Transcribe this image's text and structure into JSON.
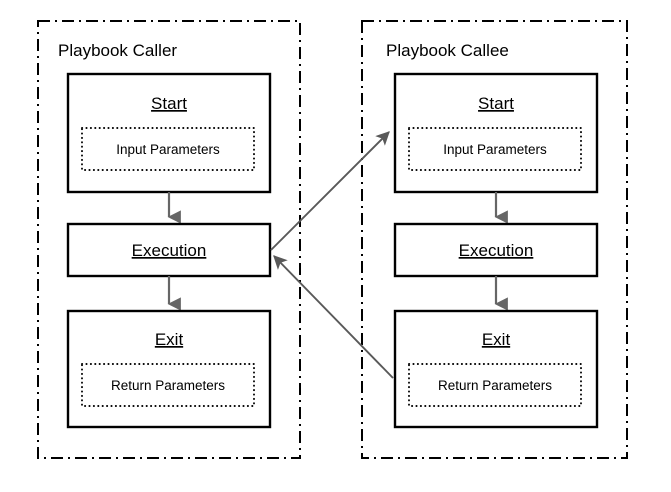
{
  "diagram": {
    "type": "flowchart",
    "background_color": "#ffffff",
    "panels": [
      {
        "id": "caller",
        "title": "Playbook Caller",
        "border_style": "dash-dot",
        "border_color": "#000000",
        "nodes": [
          {
            "id": "caller-start",
            "title": "Start",
            "inner_label": "Input Parameters",
            "has_inner_box": true
          },
          {
            "id": "caller-execution",
            "title": "Execution",
            "inner_label": "",
            "has_inner_box": false
          },
          {
            "id": "caller-exit",
            "title": "Exit",
            "inner_label": "Return Parameters",
            "has_inner_box": true
          }
        ]
      },
      {
        "id": "callee",
        "title": "Playbook Callee",
        "border_style": "dash-dot",
        "border_color": "#000000",
        "nodes": [
          {
            "id": "callee-start",
            "title": "Start",
            "inner_label": "Input Parameters",
            "has_inner_box": true
          },
          {
            "id": "callee-execution",
            "title": "Execution",
            "inner_label": "",
            "has_inner_box": false
          },
          {
            "id": "callee-exit",
            "title": "Exit",
            "inner_label": "Return Parameters",
            "has_inner_box": true
          }
        ]
      }
    ],
    "connectors": {
      "vertical_color": "#666666",
      "diagonal_color": "#595959",
      "flows": [
        {
          "id": "caller-start-to-execution",
          "from": "caller-start",
          "to": "caller-execution",
          "direction": "down"
        },
        {
          "id": "caller-execution-to-exit",
          "from": "caller-execution",
          "to": "caller-exit",
          "direction": "down"
        },
        {
          "id": "callee-start-to-execution",
          "from": "callee-start",
          "to": "callee-execution",
          "direction": "down"
        },
        {
          "id": "callee-execution-to-exit",
          "from": "callee-execution",
          "to": "callee-exit",
          "direction": "down"
        },
        {
          "id": "call-invoke",
          "from": "caller-execution",
          "to": "callee-start",
          "direction": "diagonal-up-right"
        },
        {
          "id": "call-return",
          "from": "callee-exit",
          "to": "caller-execution",
          "direction": "diagonal-up-left"
        }
      ]
    }
  }
}
